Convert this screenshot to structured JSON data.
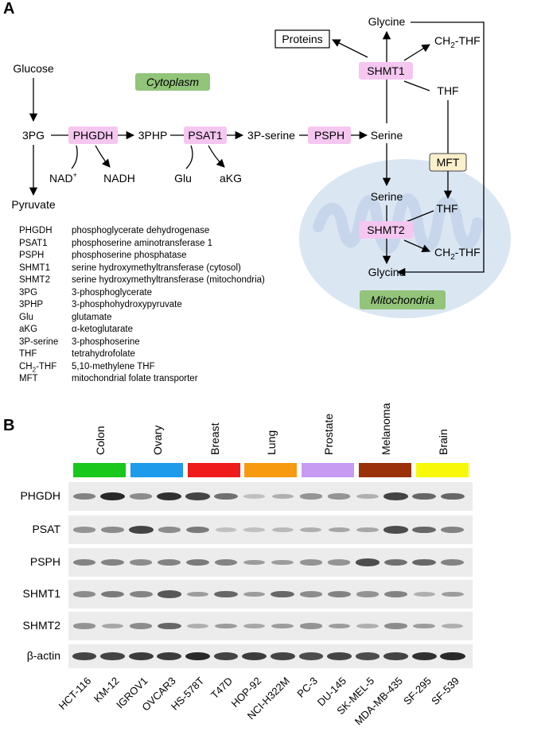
{
  "panel_a": {
    "label": "A",
    "compartments": {
      "cytoplasm": "Cytoplasm",
      "mitochondria": "Mitochondria"
    },
    "nodes": {
      "glucose": "Glucose",
      "pg3": "3PG",
      "php3": "3PHP",
      "p_serine": "3P-serine",
      "serine_cyto": "Serine",
      "pyruvate": "Pyruvate",
      "nad": "NAD",
      "nad_sup": "+",
      "nadh": "NADH",
      "glu": "Glu",
      "akg": "aKG",
      "glycine_cyto": "Glycine",
      "proteins": "Proteins",
      "ch2thf_cyto_pre": "CH",
      "ch2thf_cyto_sub": "2",
      "ch2thf_cyto_post": "-THF",
      "thf_cyto": "THF",
      "serine_mito": "Serine",
      "thf_mito": "THF",
      "ch2thf_mito_pre": "CH",
      "ch2thf_mito_sub": "2",
      "ch2thf_mito_post": "-THF",
      "glycine_mito": "Glycine"
    },
    "enzymes": {
      "phgdh": "PHGDH",
      "psat1": "PSAT1",
      "psph": "PSPH",
      "shmt1": "SHMT1",
      "shmt2": "SHMT2",
      "mft": "MFT"
    },
    "abbreviations": [
      {
        "key": "PHGDH",
        "value": "phosphoglycerate dehydrogenase"
      },
      {
        "key": "PSAT1",
        "value": "phosphoserine aminotransferase  1"
      },
      {
        "key": "PSPH",
        "value": "phosphoserine phosphatase"
      },
      {
        "key": "SHMT1",
        "value": "serine hydroxymethyltransferase  (cytosol)"
      },
      {
        "key": "SHMT2",
        "value": "serine hydroxymethyltransferase  (mitochondria)"
      },
      {
        "key": "3PG",
        "value": "3-phosphoglycerate"
      },
      {
        "key": "3PHP",
        "value": "3-phosphohydroxypyruvate"
      },
      {
        "key": "Glu",
        "value": "glutamate"
      },
      {
        "key": "aKG",
        "value": "α-ketoglutarate"
      },
      {
        "key": "3P-serine",
        "value": "3-phosphoserine"
      },
      {
        "key": "THF",
        "value": "tetrahydrofolate"
      },
      {
        "key_pre": "CH",
        "key_sub": "2",
        "key_post": "-THF",
        "value": "5,10-methylene THF"
      },
      {
        "key": "MFT",
        "value": "mitochondrial folate transporter"
      }
    ],
    "colors": {
      "enzyme_fill": "#f5c6f0",
      "compartment_fill": "#92c47a",
      "mito_fill": "#dbe6f3",
      "mft_fill": "#fbefcc"
    }
  },
  "panel_b": {
    "label": "B",
    "tissues": [
      {
        "name": "Colon",
        "color": "#18c81b"
      },
      {
        "name": "Ovary",
        "color": "#1e9bea"
      },
      {
        "name": "Breast",
        "color": "#ef1b1b"
      },
      {
        "name": "Lung",
        "color": "#f89a10"
      },
      {
        "name": "Prostate",
        "color": "#c79bf2"
      },
      {
        "name": "Melanoma",
        "color": "#9b3108"
      },
      {
        "name": "Brain",
        "color": "#f8f80a"
      }
    ],
    "proteins": [
      "PHGDH",
      "PSAT",
      "PSPH",
      "SHMT1",
      "SHMT2",
      "β-actin"
    ],
    "cell_lines": [
      "HCT-116",
      "KM-12",
      "IGROV1",
      "OVCAR3",
      "HS-578T",
      "T47D",
      "HOP-92",
      "NCI-H322M",
      "PC-3",
      "DU-145",
      "SK-MEL-5",
      "MDA-MB-435",
      "SF-295",
      "SF-539"
    ],
    "band_intensity": [
      [
        0.45,
        0.95,
        0.4,
        0.9,
        0.8,
        0.55,
        0.1,
        0.2,
        0.35,
        0.35,
        0.2,
        0.8,
        0.6,
        0.6
      ],
      [
        0.35,
        0.4,
        0.8,
        0.4,
        0.5,
        0.1,
        0.1,
        0.15,
        0.2,
        0.25,
        0.25,
        0.75,
        0.6,
        0.45
      ],
      [
        0.45,
        0.45,
        0.4,
        0.45,
        0.5,
        0.45,
        0.3,
        0.3,
        0.35,
        0.35,
        0.75,
        0.55,
        0.6,
        0.45
      ],
      [
        0.4,
        0.5,
        0.45,
        0.7,
        0.3,
        0.6,
        0.3,
        0.6,
        0.4,
        0.45,
        0.35,
        0.45,
        0.2,
        0.3
      ],
      [
        0.35,
        0.25,
        0.4,
        0.6,
        0.2,
        0.3,
        0.25,
        0.3,
        0.35,
        0.3,
        0.2,
        0.4,
        0.3,
        0.2
      ],
      [
        0.8,
        0.8,
        0.85,
        0.85,
        0.95,
        0.8,
        0.85,
        0.8,
        0.75,
        0.8,
        0.75,
        0.8,
        0.9,
        0.95
      ]
    ]
  }
}
